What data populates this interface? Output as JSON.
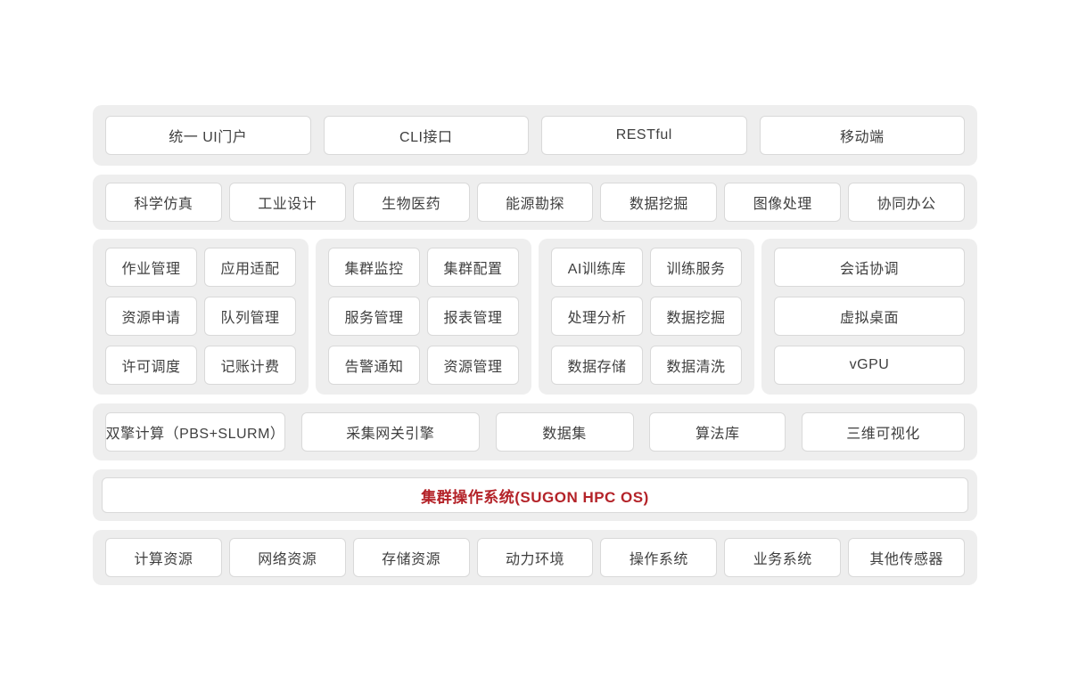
{
  "colors": {
    "accent_red": "#b42329",
    "band_background": "#eeeeee",
    "box_border": "#d9d9d9",
    "text": "#3f3f3f"
  },
  "diagram": {
    "access_layer": {
      "items": [
        "统一 UI门户",
        "CLI接口",
        "RESTful",
        "移动端"
      ]
    },
    "application_layer": {
      "items": [
        "科学仿真",
        "工业设计",
        "生物医药",
        "能源勘探",
        "数据挖掘",
        "图像处理",
        "协同办公"
      ]
    },
    "module_layer": {
      "groups": [
        {
          "items": [
            "作业管理",
            "应用适配",
            "资源申请",
            "队列管理",
            "许可调度",
            "记账计费"
          ]
        },
        {
          "items": [
            "集群监控",
            "集群配置",
            "服务管理",
            "报表管理",
            "告警通知",
            "资源管理"
          ]
        },
        {
          "items": [
            "AI训练库",
            "训练服务",
            "处理分析",
            "数据挖掘",
            "数据存储",
            "数据清洗"
          ]
        },
        {
          "items": [
            "会话协调",
            "虚拟桌面",
            "vGPU"
          ]
        }
      ]
    },
    "engine_layer": {
      "items": [
        "双擎计算（PBS+SLURM）",
        "采集网关引擎",
        "数据集",
        "算法库",
        "三维可视化"
      ]
    },
    "os_layer": {
      "label": "集群操作系统(SUGON HPC OS)"
    },
    "resource_layer": {
      "items": [
        "计算资源",
        "网络资源",
        "存储资源",
        "动力环境",
        "操作系统",
        "业务系统",
        "其他传感器"
      ]
    }
  }
}
